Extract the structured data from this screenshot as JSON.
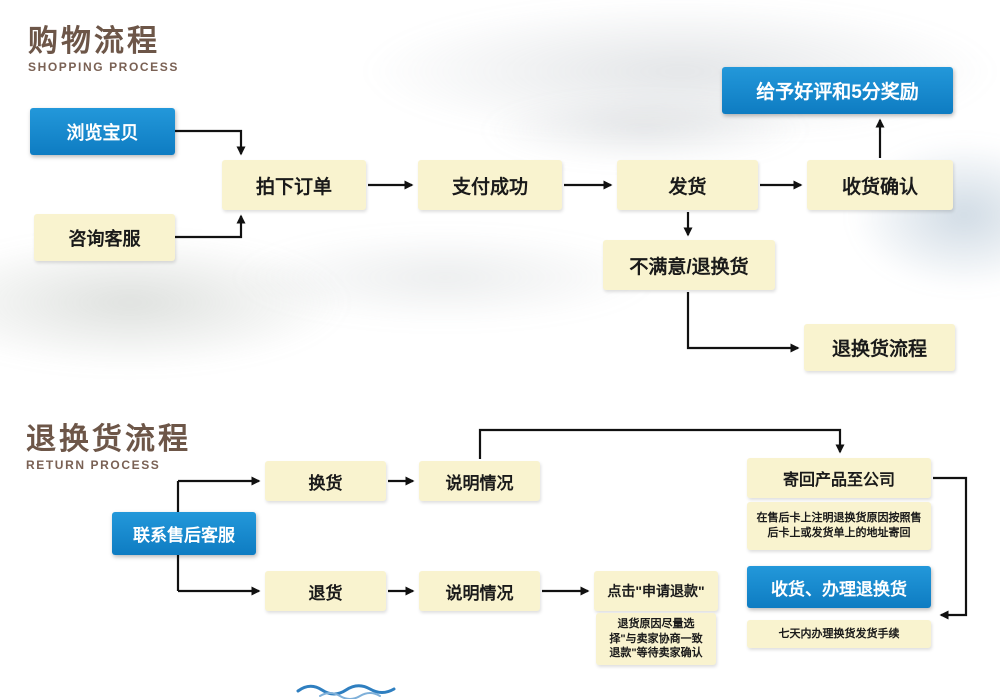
{
  "colors": {
    "blue_box": "#1287cd",
    "cream_box": "#f9f3cf",
    "title_brown": "#6d5648",
    "arrow": "#111111",
    "wave_blue": "#2f7fc0"
  },
  "shopping": {
    "title": "购物流程",
    "subtitle": "SHOPPING PROCESS",
    "nodes": {
      "browse": "浏览宝贝",
      "consult": "咨询客服",
      "order": "拍下订单",
      "pay": "支付成功",
      "ship": "发货",
      "confirm": "收货确认",
      "reward": "给予好评和5分奖励",
      "unsatisfied": "不满意/退换货",
      "return_entry": "退换货流程"
    }
  },
  "returns": {
    "title": "退换货流程",
    "subtitle": "RETURN PROCESS",
    "nodes": {
      "contact": "联系售后客服",
      "exchange": "换货",
      "explain_exchange": "说明情况",
      "refund": "退货",
      "explain_refund": "说明情况",
      "apply_refund": "点击\"申请退款\"",
      "apply_note": "退货原因尽量选择\"与卖家协商一致退款\"等待卖家确认",
      "send_back": "寄回产品至公司",
      "send_back_note": "在售后卡上注明退换货原因按照售后卡上或发货单上的地址寄回",
      "receive": "收货、办理退换货",
      "receive_note": "七天内办理换货发货手续"
    }
  }
}
